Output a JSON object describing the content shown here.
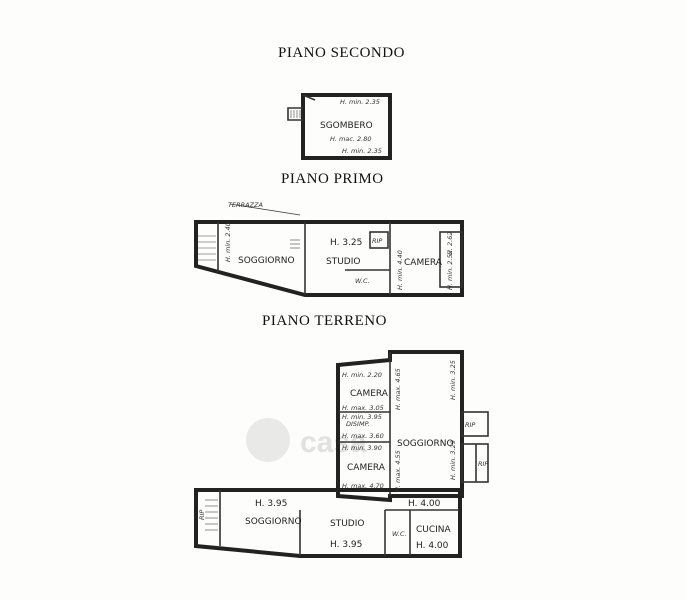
{
  "floors": {
    "second": {
      "title": "PIANO SECONDO",
      "rooms": {
        "sgombero": "SGOMBERO"
      },
      "heights": {
        "hmin_top": "H. min. 2.35",
        "hmax": "H. mac. 2.80",
        "hmin_bottom": "H. min. 2.35"
      }
    },
    "first": {
      "title": "PIANO PRIMO",
      "rooms": {
        "terrazza": "TERRAZZA",
        "soggiorno": "SOGGIORNO",
        "studio": "STUDIO",
        "camera": "CAMERA",
        "wc": "W.C.",
        "rip": "RIP"
      },
      "heights": {
        "h_studio": "H. 3.25",
        "hmin_left": "H. min. 2.40",
        "hmin_right": "H. min. 4.40",
        "hmax_right": "H. 2.62",
        "hmin_camera": "H. min. 2.52"
      }
    },
    "ground": {
      "title": "PIANO TERRENO",
      "rooms": {
        "camera_top": "CAMERA",
        "disimp": "DISIMP.",
        "camera_mid": "CAMERA",
        "soggiorno_right": "SOGGIORNO",
        "rip1": "RIP",
        "rip2": "RIP",
        "rip3": "RIP",
        "soggiorno_left": "SOGGIORNO",
        "studio": "STUDIO",
        "wc": "W.C.",
        "cucina": "CUCINA"
      },
      "heights": {
        "cam_hmin": "H. min. 2.20",
        "cam_hmax": "H. max. 3.05",
        "dis_hmin": "H. min. 3.95",
        "dis_hmax": "H. max. 3.60",
        "cam2_hmin": "H. min. 3.90",
        "cam2_hmax": "H. max. 4.70",
        "sog_hmax": "H. max. 4.65",
        "sog_hmin": "H. min. 3.25",
        "sog_hmax2": "H. max. 4.55",
        "sog_hmin2": "H. min. 3.29",
        "h400": "H. 4.00",
        "h395_left": "H. 3.95",
        "h395_studio": "H. 3.95",
        "h400_cucina": "H. 4.00"
      }
    }
  },
  "watermark": "casa"
}
